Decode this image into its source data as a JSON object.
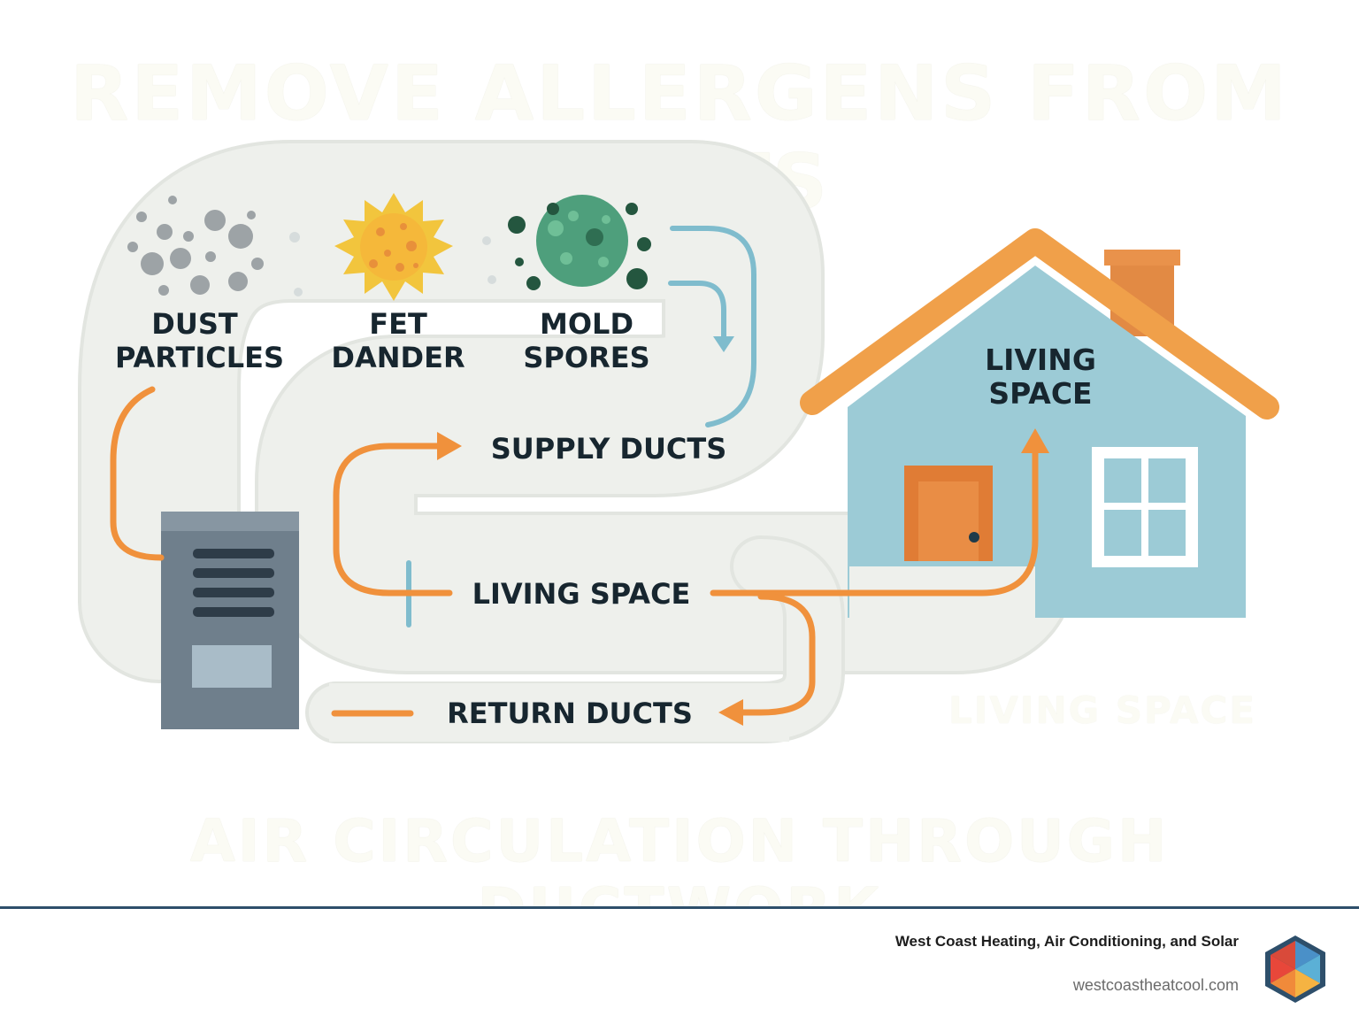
{
  "title_top": "REMOVE ALLERGENS FROM DUCTS",
  "title_bottom": "AIR CIRCULATION THROUGH DUCTWORK",
  "faint_label": "LIVING SPACE",
  "allergens": [
    {
      "line1": "DUST",
      "line2": "PARTICLES",
      "icon": "dust-particles-icon"
    },
    {
      "line1": "FET",
      "line2": "DANDER",
      "icon": "pet-dander-icon"
    },
    {
      "line1": "MOLD",
      "line2": "SPORES",
      "icon": "mold-spores-icon"
    }
  ],
  "duct_labels": {
    "supply": "SUPPLY DUCTS",
    "living": "LIVING SPACE",
    "return": "RETURN DUCTS"
  },
  "house": {
    "line1": "LIVING",
    "line2": "SPACE"
  },
  "footer": {
    "company": "West Coast Heating, Air Conditioning, and Solar",
    "url": "westcoastheatcool.com"
  },
  "colors": {
    "duct": "#edefea",
    "arrow_orange": "#f0913c",
    "arrow_blue": "#7fbccd",
    "house_wall": "#9ccbd6",
    "roof": "#f0a04a",
    "door": "#e07c35",
    "unit": "#6f7f8c",
    "label_text": "#17262f",
    "footer_rule": "#2e4f6b"
  }
}
